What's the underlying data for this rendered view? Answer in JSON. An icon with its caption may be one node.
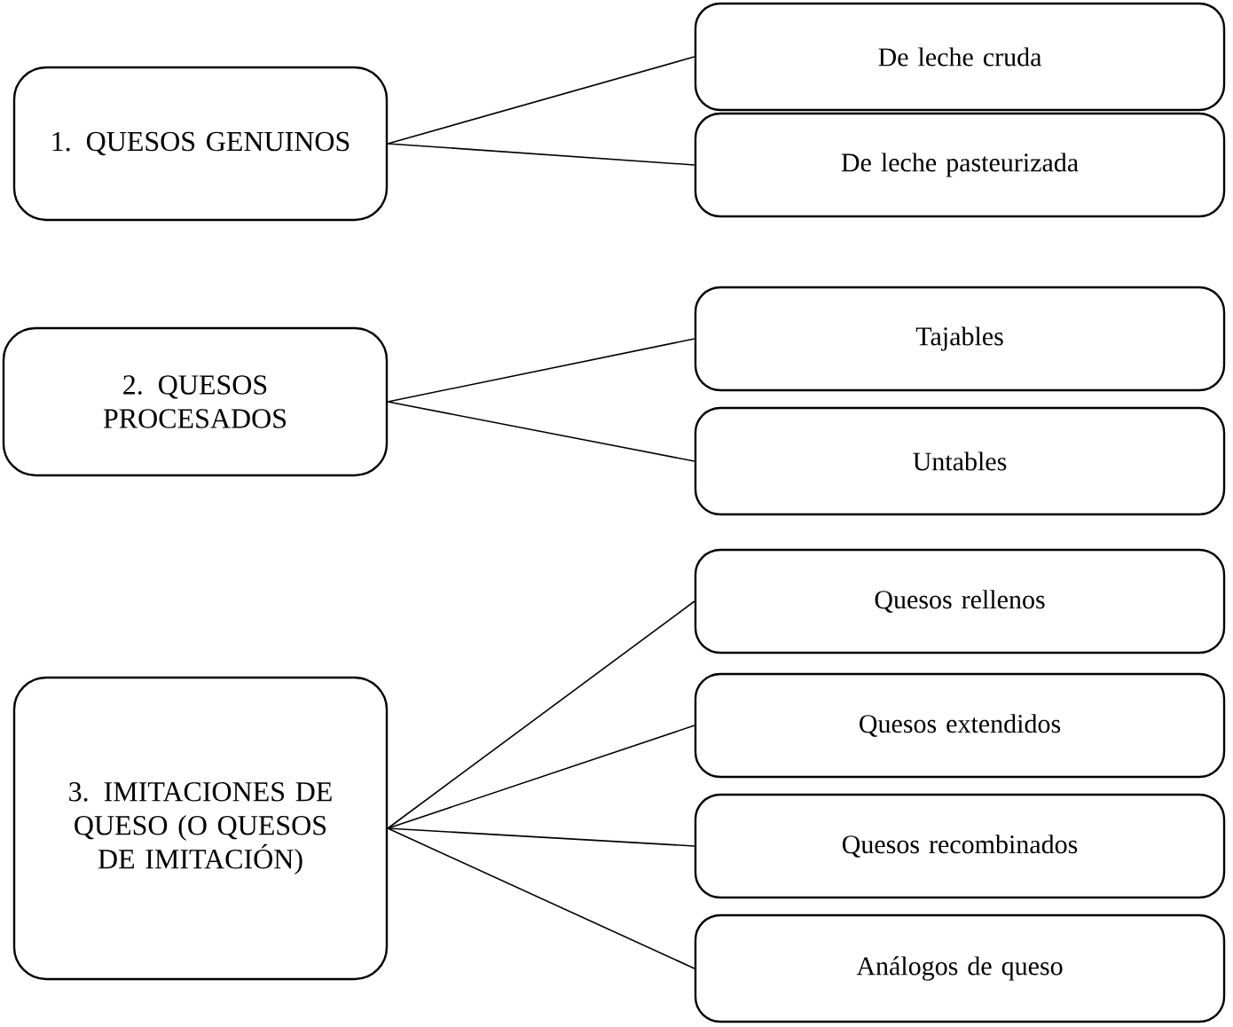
{
  "diagram": {
    "nodes": [
      {
        "text": [
          "1. QUESOS GENUINOS"
        ]
      },
      {
        "text": [
          "De leche cruda"
        ]
      },
      {
        "text": [
          "De leche pasteurizada"
        ]
      },
      {
        "text": [
          "2. QUESOS PROCESADOS"
        ]
      },
      {
        "text": [
          "Tajables"
        ]
      },
      {
        "text": [
          "Untables"
        ]
      },
      {
        "text": [
          "3. IMITACIONES DE QUESO (O QUESOS DE IMITACIÓN)"
        ]
      },
      {
        "text": [
          "Quesos rellenos"
        ]
      },
      {
        "text": [
          "Quesos extendidos"
        ]
      },
      {
        "text": [
          "Quesos recombinados"
        ]
      },
      {
        "text": [
          "Análogos de queso"
        ]
      }
    ],
    "edges": [
      {
        "from": 0,
        "to": 1,
        "arrow": "none"
      },
      {
        "from": 0,
        "to": 2,
        "arrow": "none"
      },
      {
        "from": 3,
        "to": 4,
        "arrow": "none"
      },
      {
        "from": 3,
        "to": 5,
        "arrow": "none"
      },
      {
        "from": 6,
        "to": 7,
        "arrow": "none"
      },
      {
        "from": 6,
        "to": 8,
        "arrow": "none"
      },
      {
        "from": 6,
        "to": 9,
        "arrow": "none"
      },
      {
        "from": 6,
        "to": 10,
        "arrow": "none"
      }
    ]
  }
}
